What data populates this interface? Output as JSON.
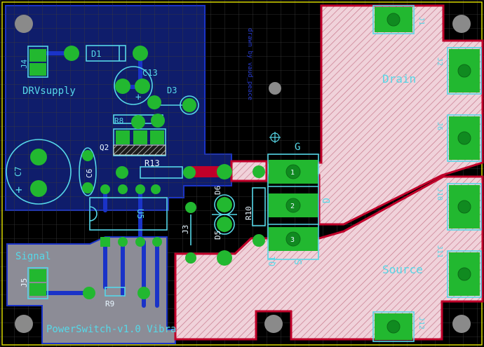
{
  "colors": {
    "background": "#000000",
    "grid": "#3a3a3a",
    "bottom_copper": "#0f1d6b",
    "bottom_trace": "#1a33c8",
    "top_copper_fill": "#f0d2da",
    "top_copper_edge": "#c0002a",
    "pad": "#22b830",
    "pad_dark": "#108a20",
    "silk": "#56d8e8",
    "silk_white": "#e8f6ff",
    "mount_hole": "#8a8a8a",
    "outline": "#e6e600"
  },
  "labels": {
    "j4": "J4",
    "d1": "D1",
    "c13": "C13",
    "drvsupply": "DRVsupply",
    "d3": "D3",
    "r8": "R8",
    "q2": "Q2",
    "c7": "C7",
    "c6": "C6",
    "r13": "R13",
    "u5": "U5",
    "d6": "D6",
    "d5": "D5",
    "j3": "J3",
    "r10": "R10",
    "g": "G",
    "d": "D",
    "s": "S",
    "q1": "Q1",
    "drain": "Drain",
    "source": "Source",
    "signal": "Signal",
    "j5": "J5",
    "r9": "R9",
    "j1": "J1",
    "j2": "J2",
    "j6": "J6",
    "j10": "J10",
    "j11": "J11",
    "j12": "J12",
    "title": "PowerSwitch-v1.0 Vibra",
    "vertical_text": "drawn by vaud_peace",
    "pad_1": "1",
    "pad_2": "2",
    "pad_3": "3",
    "plus": "+"
  }
}
